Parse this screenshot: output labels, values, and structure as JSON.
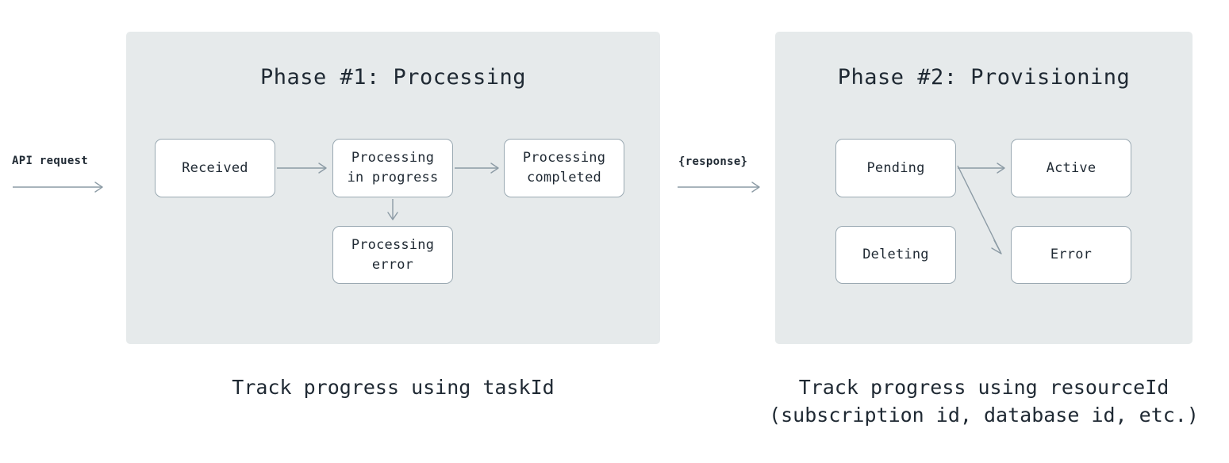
{
  "colors": {
    "page_background": "#ffffff",
    "panel_background": "#e6eaeb",
    "node_background": "#ffffff",
    "node_border": "#9aa9b2",
    "arrow": "#8c9ba5",
    "text": "#1f2933"
  },
  "phases": {
    "left": {
      "title": "Phase #1: Processing",
      "caption": "Track progress using taskId",
      "nodes": [
        {
          "id": "received",
          "label": "Received"
        },
        {
          "id": "processing-in-progress",
          "label": "Processing\nin progress"
        },
        {
          "id": "processing-completed",
          "label": "Processing\ncompleted"
        },
        {
          "id": "processing-error",
          "label": "Processing\nerror"
        }
      ],
      "edges": [
        {
          "from": "received",
          "to": "processing-in-progress"
        },
        {
          "from": "processing-in-progress",
          "to": "processing-completed"
        },
        {
          "from": "processing-in-progress",
          "to": "processing-error"
        }
      ]
    },
    "right": {
      "title": "Phase #2: Provisioning",
      "caption": "Track progress using resourceId\n(subscription id, database id, etc.)",
      "nodes": [
        {
          "id": "pending",
          "label": "Pending"
        },
        {
          "id": "active",
          "label": "Active"
        },
        {
          "id": "deleting",
          "label": "Deleting"
        },
        {
          "id": "error",
          "label": "Error"
        }
      ],
      "edges": [
        {
          "from": "pending",
          "to": "active"
        },
        {
          "from": "pending",
          "to": "error"
        }
      ]
    }
  },
  "edge_labels": {
    "api_request": "API request",
    "response": "{response}"
  }
}
